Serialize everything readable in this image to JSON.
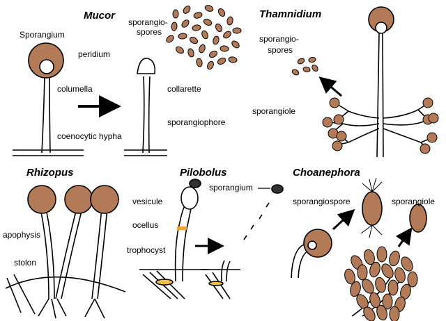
{
  "titles": {
    "mucor": "Mucor",
    "thamnidium": "Thamnidium",
    "rhizopus": "Rhizopus",
    "pilobolus": "Pilobolus",
    "choanephora": "Choanephora"
  },
  "labels": {
    "sporangium": "Sporangium",
    "peridium": "peridium",
    "columella": "columella",
    "coenocytic_hypha": "coenocytic hypha",
    "mucor_sporangiospores_line1": "sporangio-",
    "mucor_sporangiospores_line2": "spores",
    "collarette": "collarette",
    "sporangiophore": "sporangiophore",
    "tham_sporangiospores_line1": "sporangio-",
    "tham_sporangiospores_line2": "spores",
    "sporangiole": "sporangiole",
    "apophysis": "apophysis",
    "stolon": "stolon",
    "vesicule": "vesicule",
    "ocellus": "ocellus",
    "trophocyst": "trophocyst",
    "pilobolus_sporangium": "sporangium",
    "choan_sporangiospore": "sporangiospore",
    "choan_sporangiole": "sporangiole"
  },
  "colors": {
    "spore_fill": "#b27a56",
    "outline": "#000000",
    "ocellus": "#f2a33a",
    "trophocyst": "#f0c040"
  }
}
